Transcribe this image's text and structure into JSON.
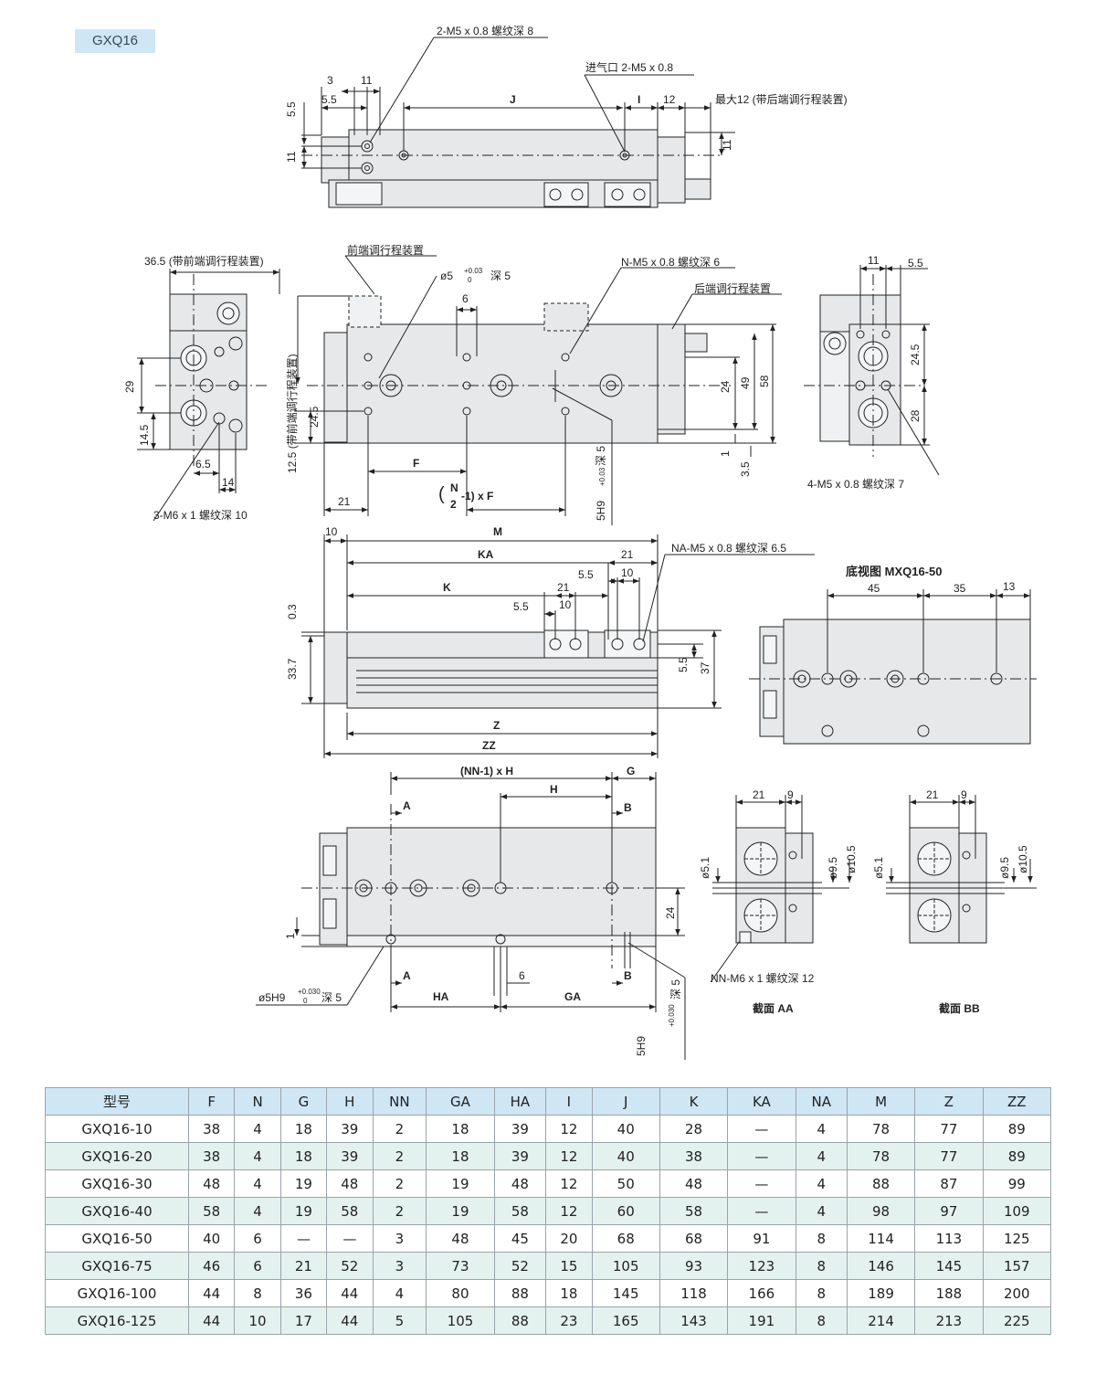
{
  "series_tag": "GXQ16",
  "labels": {
    "top_m5_thread": "2-M5 x 0.8 螺纹深 8",
    "inlet": "进气口 2-M5 x 0.8",
    "max12": "最大12 (带后端调行程装置)",
    "front_36_5": "36.5 (带前端调行程装置)",
    "front_adjust": "前端调行程装置",
    "rear_adjust": "后端调行程装置",
    "phi5": "ø5",
    "tol_003": "+0.03",
    "tol_0": "0",
    "depth5": "深 5",
    "n_m5": "N-M5 x 0.8 螺纹深 6",
    "m6_3": "3-M6 x 1 螺纹深 10",
    "m5_4": "4-M5 x 0.8  螺纹深 7",
    "na_m5": "NA-M5 x 0.8 螺纹深 6.5",
    "bottom_view": "底视图  MXQ16-50",
    "nn_h": "(NN-1) x H",
    "n_frac_top": "N",
    "n_frac_bot": "2",
    "n_frac_rest": "-1) x F",
    "h9_5": "5H9",
    "tol_0030": "+0.030",
    "nn_m6": "NN-M6 x 1 螺纹深 12",
    "phi5h9": "ø5H9",
    "section_aa": "截面 AA",
    "section_bb": "截面 BB",
    "phi5_1": "ø5.1",
    "phi9_5": "ø9.5",
    "phi10_5": "ø10.5",
    "side_12_5": "12.5 (带前端调行程装置)",
    "d3": "3",
    "d11": "11",
    "d5_5": "5.5",
    "d12": "12",
    "dJ": "J",
    "dI": "I",
    "d29": "29",
    "d14_5": "14.5",
    "d6_5": "6.5",
    "d14": "14",
    "d24_5": "24.5",
    "d6": "6",
    "d24": "24",
    "d49": "49",
    "d58": "58",
    "d1": "1",
    "d3_5": "3.5",
    "d21": "21",
    "dF": "F",
    "d28": "28",
    "d10": "10",
    "dM": "M",
    "dKA": "KA",
    "dK": "K",
    "d0_3": "0.3",
    "d33_7": "33.7",
    "d37": "37",
    "dZ": "Z",
    "dZZ": "ZZ",
    "d45": "45",
    "d35": "35",
    "d13": "13",
    "dG": "G",
    "dH": "H",
    "dA": "A",
    "dB": "B",
    "dHA": "HA",
    "dGA": "GA",
    "d9": "9"
  },
  "table": {
    "headers": [
      "型号",
      "F",
      "N",
      "G",
      "H",
      "NN",
      "GA",
      "HA",
      "I",
      "J",
      "K",
      "KA",
      "NA",
      "M",
      "Z",
      "ZZ"
    ],
    "rows": [
      [
        "GXQ16-10",
        "38",
        "4",
        "18",
        "39",
        "2",
        "18",
        "39",
        "12",
        "40",
        "28",
        "—",
        "4",
        "78",
        "77",
        "89"
      ],
      [
        "GXQ16-20",
        "38",
        "4",
        "18",
        "39",
        "2",
        "18",
        "39",
        "12",
        "40",
        "38",
        "—",
        "4",
        "78",
        "77",
        "89"
      ],
      [
        "GXQ16-30",
        "48",
        "4",
        "19",
        "48",
        "2",
        "19",
        "48",
        "12",
        "50",
        "48",
        "—",
        "4",
        "88",
        "87",
        "99"
      ],
      [
        "GXQ16-40",
        "58",
        "4",
        "19",
        "58",
        "2",
        "19",
        "58",
        "12",
        "60",
        "58",
        "—",
        "4",
        "98",
        "97",
        "109"
      ],
      [
        "GXQ16-50",
        "40",
        "6",
        "—",
        "—",
        "3",
        "48",
        "45",
        "20",
        "68",
        "68",
        "91",
        "8",
        "114",
        "113",
        "125"
      ],
      [
        "GXQ16-75",
        "46",
        "6",
        "21",
        "52",
        "3",
        "73",
        "52",
        "15",
        "105",
        "93",
        "123",
        "8",
        "146",
        "145",
        "157"
      ],
      [
        "GXQ16-100",
        "44",
        "8",
        "36",
        "44",
        "4",
        "80",
        "88",
        "18",
        "145",
        "118",
        "166",
        "8",
        "189",
        "188",
        "200"
      ],
      [
        "GXQ16-125",
        "44",
        "10",
        "17",
        "44",
        "5",
        "105",
        "88",
        "23",
        "165",
        "143",
        "191",
        "8",
        "214",
        "213",
        "225"
      ]
    ]
  },
  "colors": {
    "body_fill": "#e6e8ea",
    "line": "#222222",
    "header_bg": "#cfe6f5",
    "alt_row_bg": "#e4f2ef"
  }
}
